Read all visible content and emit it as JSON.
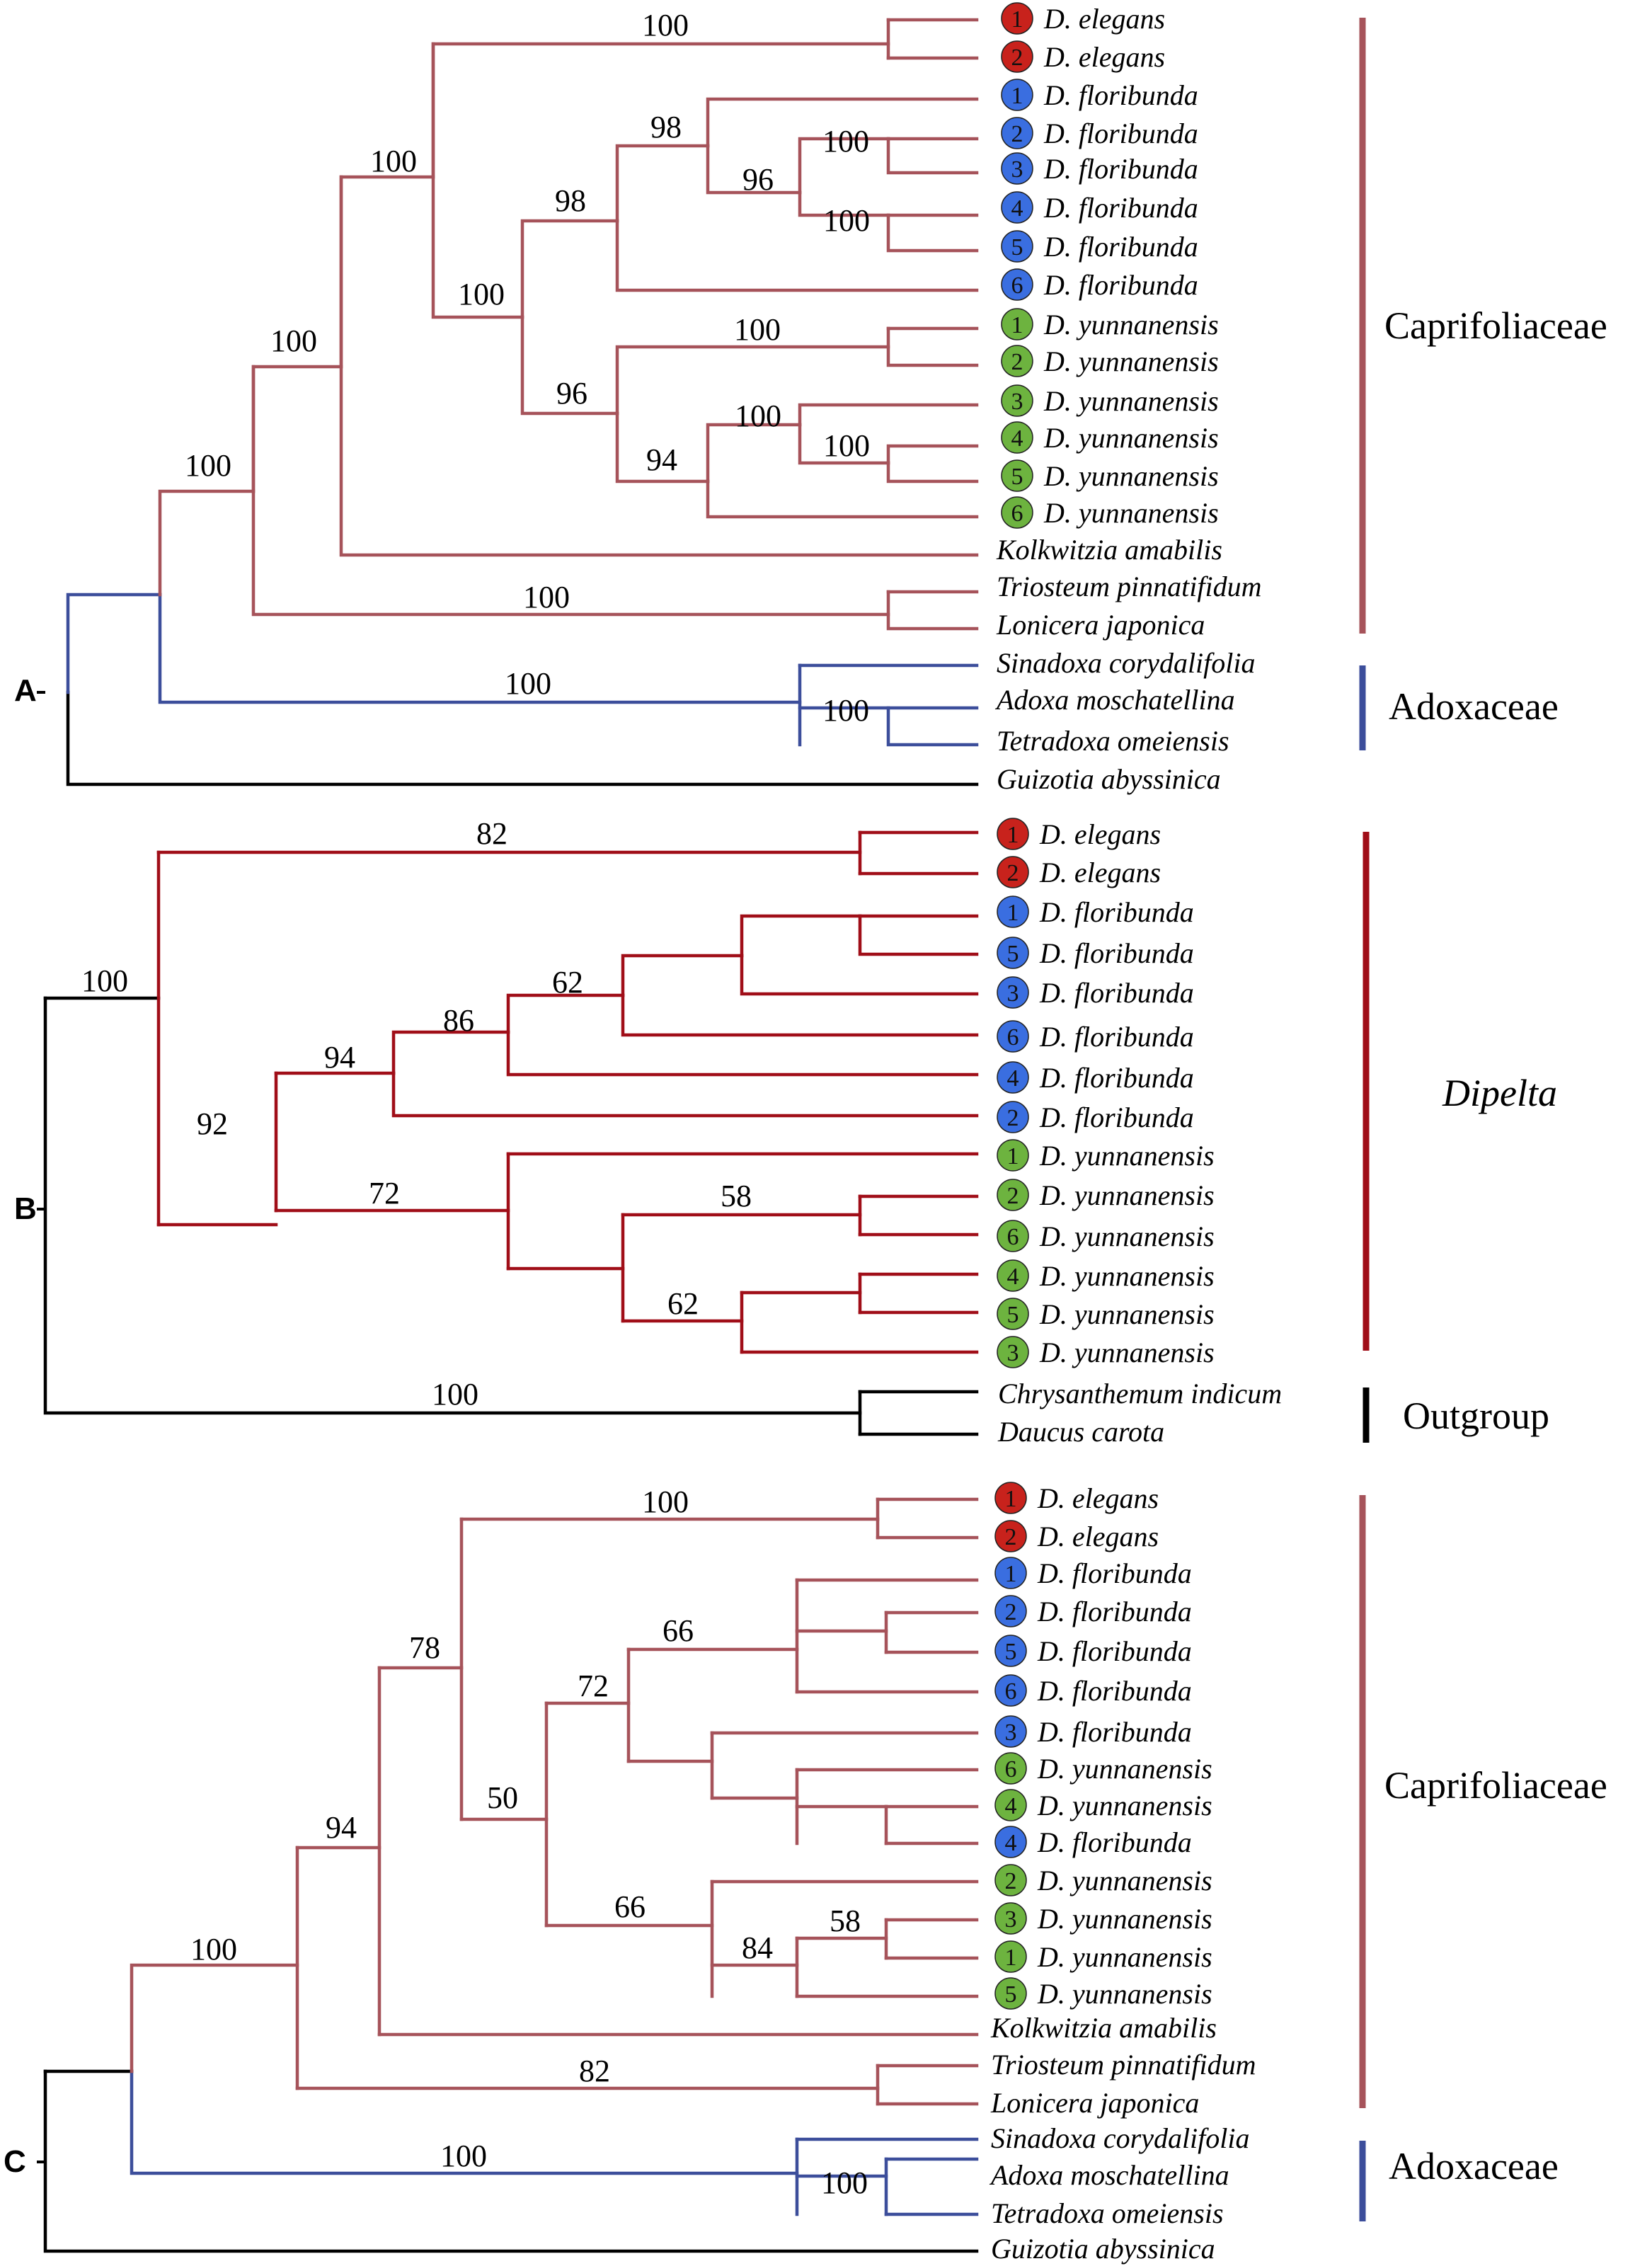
{
  "colors": {
    "caprifoliaceae_branch": "#A6535A",
    "dipelta_branch": "#A00E18",
    "adoxaceae_branch": "#3C4E9B",
    "outgroup_branch": "#000000",
    "elegans_badge": "#C8221C",
    "floribunda_badge": "#3A6EE0",
    "yunnanensis_badge": "#6DB33F"
  },
  "panels": [
    {
      "label": "A",
      "clades": [
        {
          "name": "Caprifoliaceae",
          "italic": false,
          "color": "#A6535A"
        },
        {
          "name": "Adoxaceae",
          "italic": false,
          "color": "#3C4E9B"
        }
      ],
      "support_values": [
        "100",
        "100",
        "100",
        "100",
        "98",
        "100",
        "98",
        "96",
        "100",
        "100",
        "100",
        "96",
        "94",
        "100",
        "100",
        "100",
        "100",
        "100"
      ],
      "tips": [
        {
          "badge": "1",
          "species": "elegans",
          "text": "D. elegans"
        },
        {
          "badge": "2",
          "species": "elegans",
          "text": "D. elegans"
        },
        {
          "badge": "1",
          "species": "floribunda",
          "text": "D. floribunda"
        },
        {
          "badge": "2",
          "species": "floribunda",
          "text": "D. floribunda"
        },
        {
          "badge": "3",
          "species": "floribunda",
          "text": "D. floribunda"
        },
        {
          "badge": "4",
          "species": "floribunda",
          "text": "D. floribunda"
        },
        {
          "badge": "5",
          "species": "floribunda",
          "text": "D. floribunda"
        },
        {
          "badge": "6",
          "species": "floribunda",
          "text": "D. floribunda"
        },
        {
          "badge": "1",
          "species": "yunnanensis",
          "text": "D. yunnanensis"
        },
        {
          "badge": "2",
          "species": "yunnanensis",
          "text": "D. yunnanensis"
        },
        {
          "badge": "3",
          "species": "yunnanensis",
          "text": "D. yunnanensis"
        },
        {
          "badge": "4",
          "species": "yunnanensis",
          "text": "D. yunnanensis"
        },
        {
          "badge": "5",
          "species": "yunnanensis",
          "text": "D. yunnanensis"
        },
        {
          "badge": "6",
          "species": "yunnanensis",
          "text": "D. yunnanensis"
        },
        {
          "badge": "",
          "species": "",
          "text": "Kolkwitzia amabilis"
        },
        {
          "badge": "",
          "species": "",
          "text": "Triosteum pinnatifidum"
        },
        {
          "badge": "",
          "species": "",
          "text": "Lonicera japonica"
        },
        {
          "badge": "",
          "species": "",
          "text": "Sinadoxa corydalifolia"
        },
        {
          "badge": "",
          "species": "",
          "text": "Adoxa moschatellina"
        },
        {
          "badge": "",
          "species": "",
          "text": "Tetradoxa omeiensis"
        },
        {
          "badge": "",
          "species": "",
          "text": "Guizotia abyssinica"
        }
      ]
    },
    {
      "label": "B",
      "clades": [
        {
          "name": "Dipelta",
          "italic": true,
          "color": "#A00E18"
        },
        {
          "name": "Outgroup",
          "italic": false,
          "color": "#000000"
        }
      ],
      "support_values": [
        "82",
        "100",
        "92",
        "94",
        "86",
        "62",
        "72",
        "58",
        "62",
        "100"
      ],
      "tips": [
        {
          "badge": "1",
          "species": "elegans",
          "text": "D. elegans"
        },
        {
          "badge": "2",
          "species": "elegans",
          "text": "D. elegans"
        },
        {
          "badge": "1",
          "species": "floribunda",
          "text": "D. floribunda"
        },
        {
          "badge": "5",
          "species": "floribunda",
          "text": "D. floribunda"
        },
        {
          "badge": "3",
          "species": "floribunda",
          "text": "D. floribunda"
        },
        {
          "badge": "6",
          "species": "floribunda",
          "text": "D. floribunda"
        },
        {
          "badge": "4",
          "species": "floribunda",
          "text": "D. floribunda"
        },
        {
          "badge": "2",
          "species": "floribunda",
          "text": "D. floribunda"
        },
        {
          "badge": "1",
          "species": "yunnanensis",
          "text": "D. yunnanensis"
        },
        {
          "badge": "2",
          "species": "yunnanensis",
          "text": "D. yunnanensis"
        },
        {
          "badge": "6",
          "species": "yunnanensis",
          "text": "D. yunnanensis"
        },
        {
          "badge": "4",
          "species": "yunnanensis",
          "text": "D. yunnanensis"
        },
        {
          "badge": "5",
          "species": "yunnanensis",
          "text": "D. yunnanensis"
        },
        {
          "badge": "3",
          "species": "yunnanensis",
          "text": "D. yunnanensis"
        },
        {
          "badge": "",
          "species": "",
          "text": "Chrysanthemum indicum"
        },
        {
          "badge": "",
          "species": "",
          "text": "Daucus carota"
        }
      ]
    },
    {
      "label": "C",
      "clades": [
        {
          "name": "Caprifoliaceae",
          "italic": false,
          "color": "#A6535A"
        },
        {
          "name": "Adoxaceae",
          "italic": false,
          "color": "#3C4E9B"
        }
      ],
      "support_values": [
        "100",
        "78",
        "66",
        "72",
        "50",
        "66",
        "84",
        "58",
        "94",
        "100",
        "82",
        "100",
        "100"
      ],
      "tips": [
        {
          "badge": "1",
          "species": "elegans",
          "text": "D. elegans"
        },
        {
          "badge": "2",
          "species": "elegans",
          "text": "D. elegans"
        },
        {
          "badge": "1",
          "species": "floribunda",
          "text": "D. floribunda"
        },
        {
          "badge": "2",
          "species": "floribunda",
          "text": "D. floribunda"
        },
        {
          "badge": "5",
          "species": "floribunda",
          "text": "D. floribunda"
        },
        {
          "badge": "6",
          "species": "floribunda",
          "text": "D. floribunda"
        },
        {
          "badge": "3",
          "species": "floribunda",
          "text": "D. floribunda"
        },
        {
          "badge": "6",
          "species": "yunnanensis",
          "text": "D. yunnanensis"
        },
        {
          "badge": "4",
          "species": "yunnanensis",
          "text": "D. yunnanensis"
        },
        {
          "badge": "4",
          "species": "floribunda",
          "text": "D. floribunda"
        },
        {
          "badge": "2",
          "species": "yunnanensis",
          "text": "D. yunnanensis"
        },
        {
          "badge": "3",
          "species": "yunnanensis",
          "text": "D. yunnanensis"
        },
        {
          "badge": "1",
          "species": "yunnanensis",
          "text": "D. yunnanensis"
        },
        {
          "badge": "5",
          "species": "yunnanensis",
          "text": "D. yunnanensis"
        },
        {
          "badge": "",
          "species": "",
          "text": "Kolkwitzia amabilis"
        },
        {
          "badge": "",
          "species": "",
          "text": "Triosteum pinnatifidum"
        },
        {
          "badge": "",
          "species": "",
          "text": "Lonicera japonica"
        },
        {
          "badge": "",
          "species": "",
          "text": "Sinadoxa corydalifolia"
        },
        {
          "badge": "",
          "species": "",
          "text": "Adoxa moschatellina"
        },
        {
          "badge": "",
          "species": "",
          "text": "Tetradoxa omeiensis"
        },
        {
          "badge": "",
          "species": "",
          "text": "Guizotia abyssinica"
        }
      ]
    }
  ]
}
